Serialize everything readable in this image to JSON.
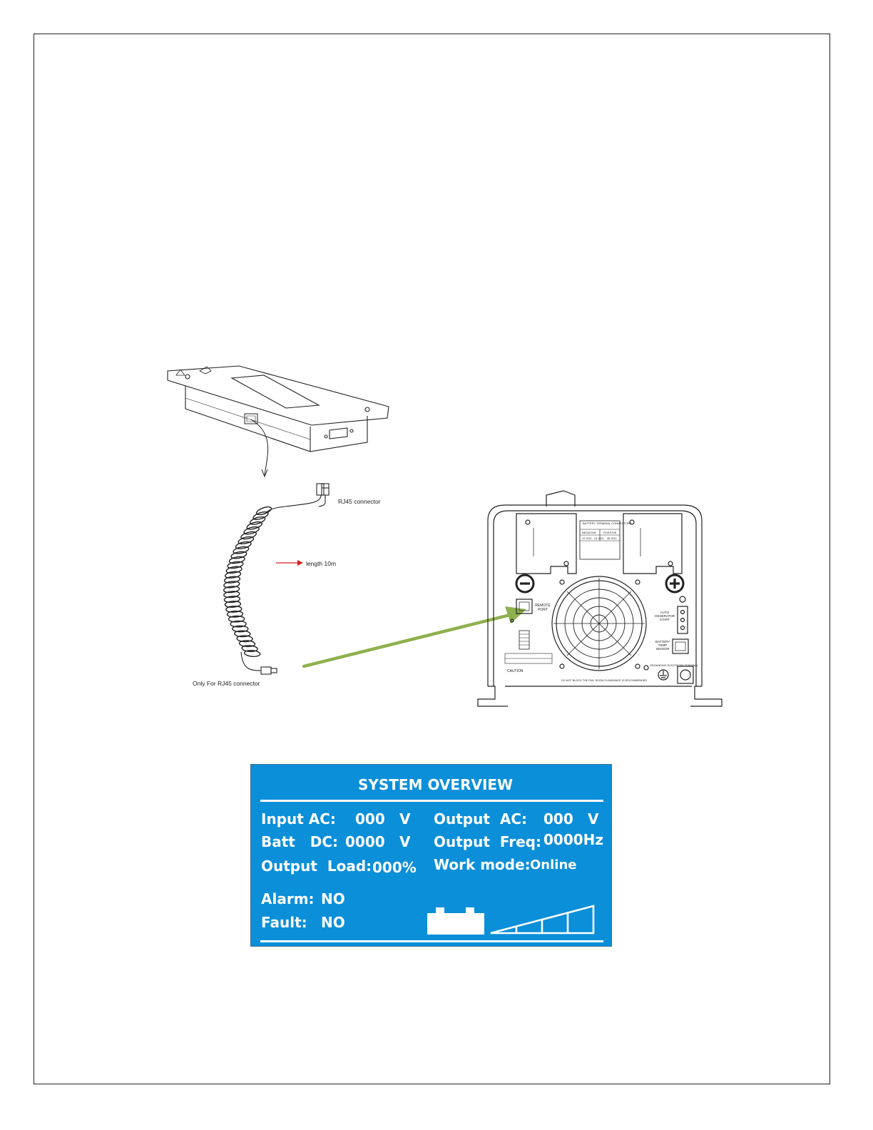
{
  "diagram": {
    "cable_labels": {
      "rj45_top": "RJ45 connector",
      "length": "length 10m",
      "rj45_bottom": "Only For  RJ45 connector"
    },
    "inverter_labels": {
      "remote_port": "REMOTE PORT",
      "auto_gen": "AUTO GENERATOR START",
      "battery_temp": "BATTERY TEMP SENSOR",
      "grounding": "GROUNDING ELECTRODE TERMINAL",
      "caution": "CAUTION",
      "do_not_block": "DO NOT BLOCK THE FAN. ROOM CLEARANCE IS RECOMMENDED",
      "battery_terminal": "BATTERY TERMINAL CONNECTORS",
      "negative": "NEGATIVE",
      "positive": "POSITIVE",
      "v12": "12 VDC",
      "v24": "24 VDC",
      "v48": "48 VDC"
    },
    "colors": {
      "arrow_green": "#8fb04e",
      "arrow_red": "#d22222",
      "lcd_blue": "#0b8fd9"
    }
  },
  "lcd": {
    "title": "SYSTEM  OVERVIEW",
    "input_ac_label": "Input  AC:",
    "input_ac_value": "000",
    "input_ac_unit": "V",
    "batt_dc_label": "Batt   DC:",
    "batt_dc_value": "0000",
    "batt_dc_unit": "V",
    "output_load_label": "Output  Load:",
    "output_load_value": "000%",
    "output_ac_label": "Output  AC:",
    "output_ac_value": "000",
    "output_ac_unit": "V",
    "output_freq_label": "Output  Freq:",
    "output_freq_value": "0000Hz",
    "work_mode_label": "Work mode:",
    "work_mode_value": "Online",
    "alarm_label": "Alarm:",
    "alarm_value": "NO",
    "fault_label": "Fault:",
    "fault_value": "NO",
    "icons": [
      "battery-icon",
      "signal-bars-icon"
    ]
  }
}
